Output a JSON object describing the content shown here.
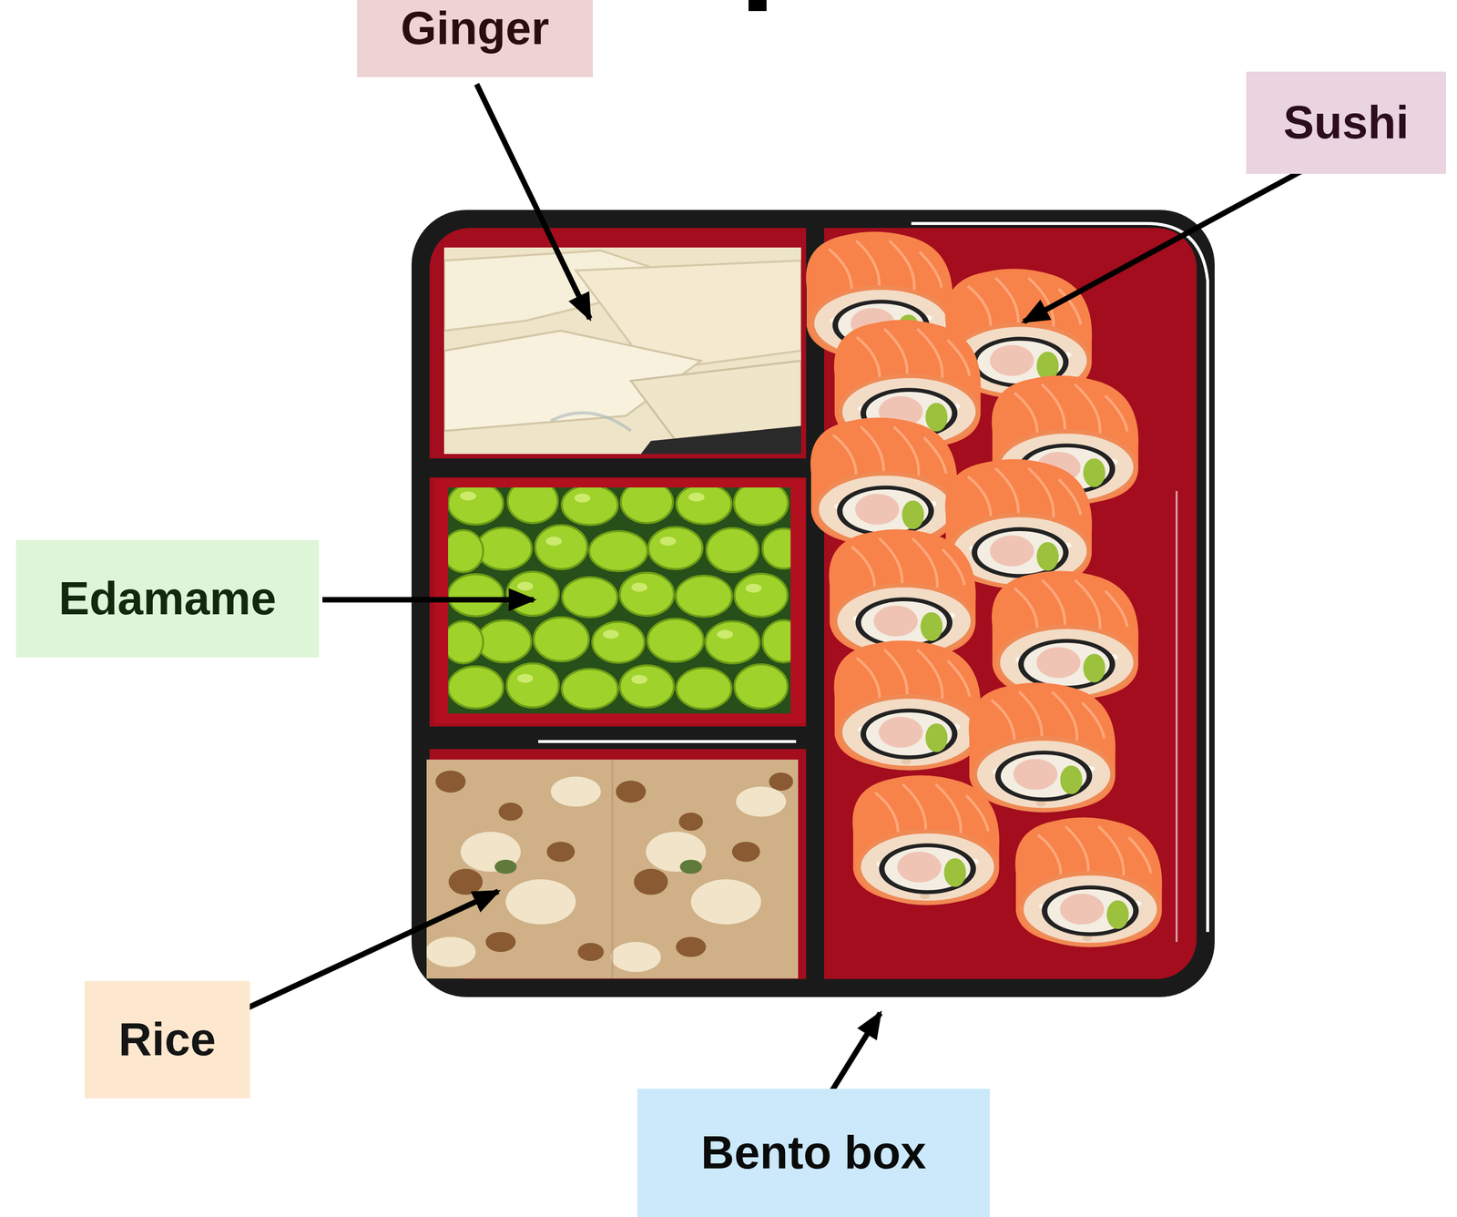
{
  "diagram": {
    "nodes": [
      {
        "text": [
          "Ginger"
        ]
      },
      {
        "text": [
          "Sushi"
        ]
      },
      {
        "text": [
          "Edamame"
        ]
      },
      {
        "text": [
          "Rice"
        ]
      },
      {
        "text": [
          "Bento box"
        ]
      }
    ]
  }
}
